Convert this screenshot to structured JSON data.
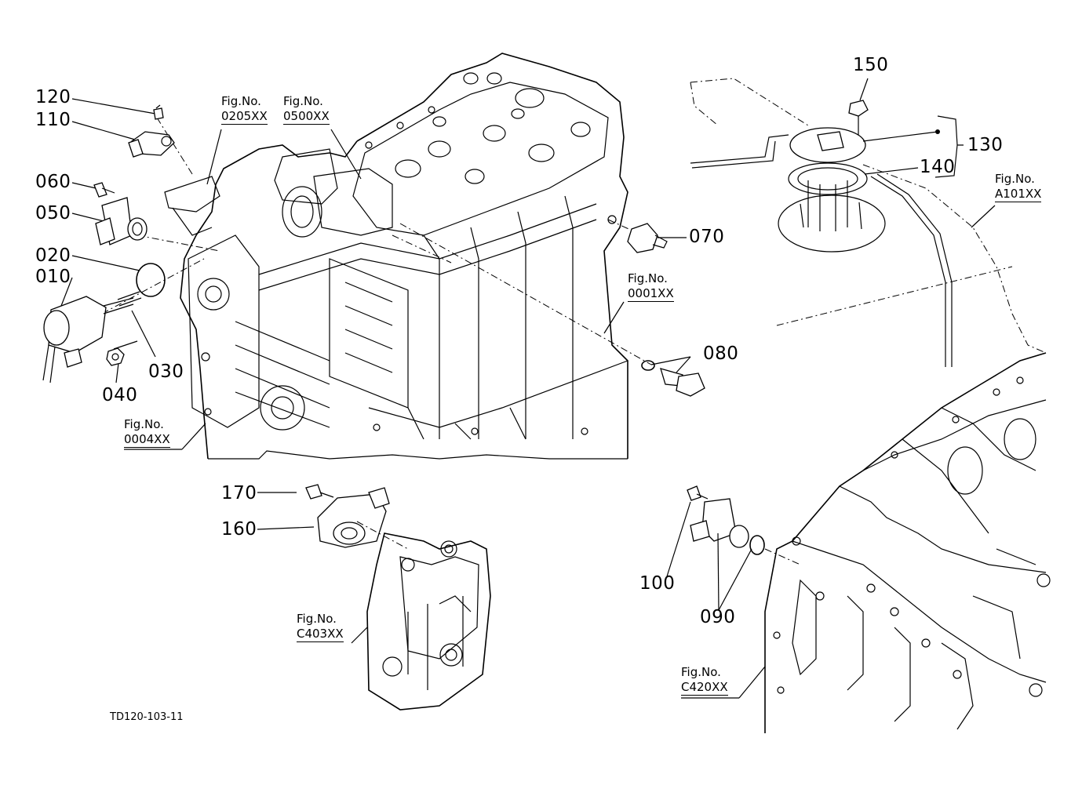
{
  "parts": [
    {
      "id": "p120",
      "label": "120"
    },
    {
      "id": "p110",
      "label": "110"
    },
    {
      "id": "p060",
      "label": "060"
    },
    {
      "id": "p050",
      "label": "050"
    },
    {
      "id": "p020",
      "label": "020"
    },
    {
      "id": "p010",
      "label": "010"
    },
    {
      "id": "p030",
      "label": "030"
    },
    {
      "id": "p040",
      "label": "040"
    },
    {
      "id": "p070",
      "label": "070"
    },
    {
      "id": "p080",
      "label": "080"
    },
    {
      "id": "p150",
      "label": "150"
    },
    {
      "id": "p130",
      "label": "130"
    },
    {
      "id": "p140",
      "label": "140"
    },
    {
      "id": "p170",
      "label": "170"
    },
    {
      "id": "p160",
      "label": "160"
    },
    {
      "id": "p100",
      "label": "100"
    },
    {
      "id": "p090",
      "label": "090"
    }
  ],
  "figure_refs": [
    {
      "id": "f0205",
      "line1": "Fig.No.",
      "line2": "0205XX"
    },
    {
      "id": "f0500",
      "line1": "Fig.No.",
      "line2": "0500XX"
    },
    {
      "id": "fA101",
      "line1": "Fig.No.",
      "line2": "A101XX"
    },
    {
      "id": "f0001",
      "line1": "Fig.No.",
      "line2": "0001XX"
    },
    {
      "id": "f0004",
      "line1": "Fig.No.",
      "line2": "0004XX"
    },
    {
      "id": "fC403",
      "line1": "Fig.No.",
      "line2": "C403XX"
    },
    {
      "id": "fC420",
      "line1": "Fig.No.",
      "line2": "C420XX"
    }
  ],
  "drawing_id": "TD120-103-11"
}
